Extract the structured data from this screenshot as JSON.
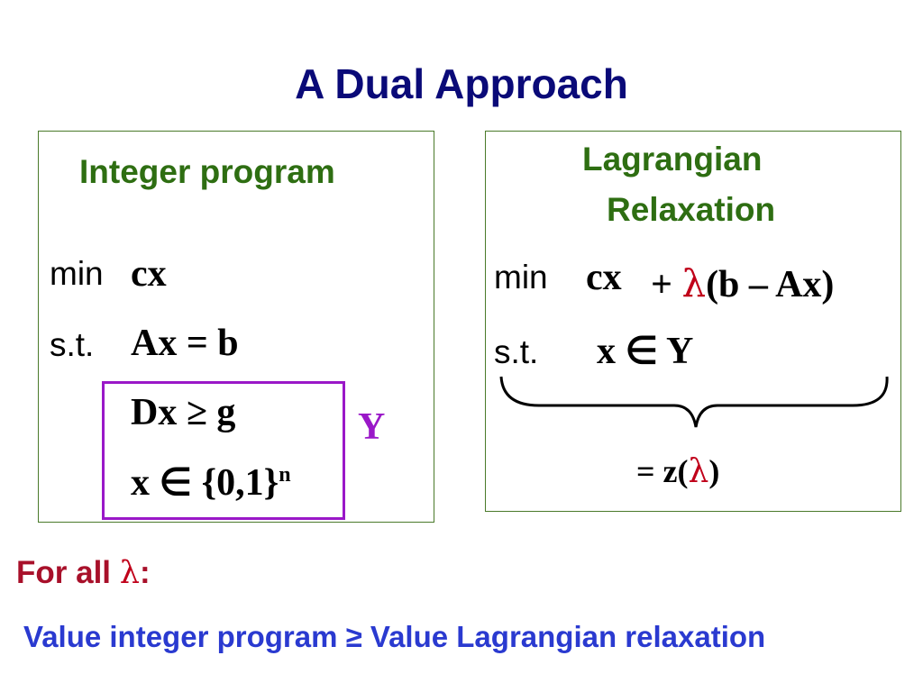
{
  "title": "A Dual Approach",
  "left_box": {
    "heading": "Integer program",
    "min_label": "min",
    "objective": "cx",
    "st_label": "s.t.",
    "constraint1": "Ax = b",
    "constraint2": "Dx ≥ g",
    "constraint3_base": "x ∈ {0,1}",
    "constraint3_sup": "n",
    "set_label": "Y"
  },
  "right_box": {
    "heading_line1": "Lagrangian",
    "heading_line2": "Relaxation",
    "min_label": "min",
    "objective": "cx",
    "plus": "+",
    "lambda": "λ",
    "penalty": "(b – Ax)",
    "st_label": "s.t.",
    "constraint": "x ∈ Y",
    "result_prefix": "= z(",
    "result_lambda": "λ",
    "result_suffix": ")"
  },
  "footer": {
    "forall_prefix": "For all ",
    "forall_lambda": "λ",
    "forall_suffix": ":",
    "statement": "Value integer program ≥ Value Lagrangian relaxation"
  },
  "colors": {
    "title": "#0a0a78",
    "heading": "#2e6e12",
    "box_border": "#4a7a2a",
    "lambda": "#c0001a",
    "Y_box": "#9a18c8",
    "forall": "#a8102a",
    "statement": "#2a3ad0"
  }
}
